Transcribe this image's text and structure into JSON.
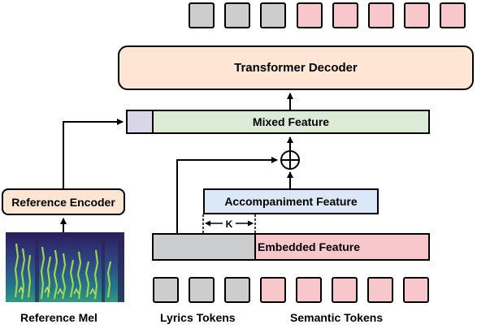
{
  "transformer_decoder": "Transformer Decoder",
  "mixed_feature": "Mixed Feature",
  "accompaniment_feature": "Accompaniment Feature",
  "embedded_feature": "Embedded Feature",
  "reference_encoder": "Reference Encoder",
  "reference_mel": "Reference Mel",
  "lyrics_tokens": "Lyrics Tokens",
  "semantic_tokens": "Semantic Tokens",
  "offset_label": "K",
  "top_tokens": {
    "gray_count": 3,
    "pink_count": 5
  },
  "bottom_tokens": {
    "gray_count": 3,
    "pink_count": 5
  },
  "colors": {
    "decoder_fill": "#fde6d4",
    "mixed_fill": "#dcebd6",
    "ref_prefix_fill": "#d9d6ea",
    "accompaniment_fill": "#dbe8f8",
    "embedded_gray_fill": "#cbcdcf",
    "embedded_pink_fill": "#f7c7cc",
    "encoder_fill": "#fde6d4",
    "token_gray": "#cbcdcf",
    "token_pink": "#f7c7cc"
  }
}
